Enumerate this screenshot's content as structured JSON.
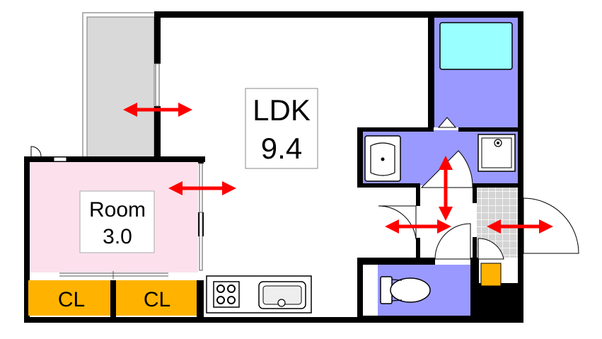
{
  "rooms": {
    "ldk": {
      "name": "LDK",
      "size": "9.4"
    },
    "room": {
      "name": "Room",
      "size": "3.0"
    }
  },
  "closets": {
    "left": "CL",
    "right": "CL"
  },
  "colors": {
    "wall": "#000000",
    "wet_area": "#9999ff",
    "room_floor": "#fce1ec",
    "closet": "#ffb300",
    "balcony": "#d9d9d9",
    "arrow": "#ff0000",
    "bath_tub": "#99ffff",
    "entrance_tile": "#d4d4d4"
  },
  "fixtures": [
    "bathtub",
    "washbasin",
    "washing-machine-pan",
    "toilet",
    "gas-stove",
    "kitchen-sink",
    "shoe-box"
  ]
}
